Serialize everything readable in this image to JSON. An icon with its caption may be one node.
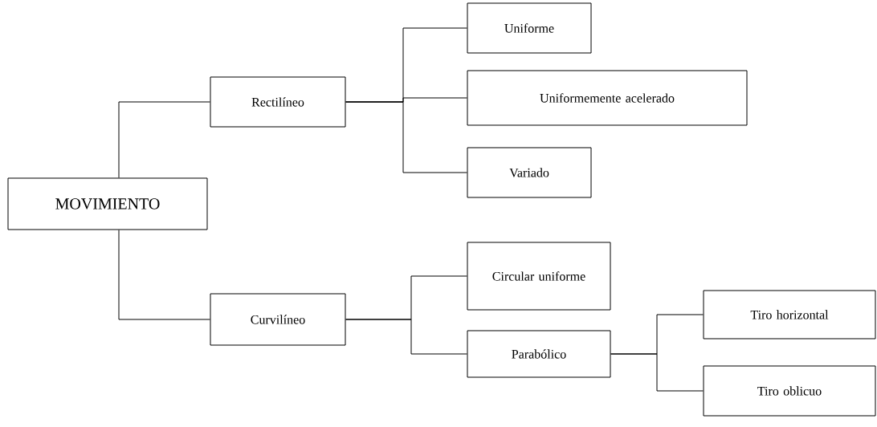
{
  "diagram": {
    "nodes": [
      {
        "text": [
          "MOVIMIENTO"
        ]
      },
      {
        "text": [
          "Rectilíneo"
        ]
      },
      {
        "text": [
          "Uniforme"
        ]
      },
      {
        "text": [
          "Uniformemente acelerado"
        ]
      },
      {
        "text": [
          "Variado"
        ]
      },
      {
        "text": [
          "Curvilíneo"
        ]
      },
      {
        "text": [
          "Circular uniforme"
        ]
      },
      {
        "text": [
          "Parabólico"
        ]
      },
      {
        "text": [
          "Tiro horizontal"
        ]
      },
      {
        "text": [
          "Tiro oblicuo"
        ]
      }
    ],
    "edges": [
      {
        "from": 0,
        "to": 1,
        "arrow": "none"
      },
      {
        "from": 0,
        "to": 5,
        "arrow": "none"
      },
      {
        "from": 1,
        "to": 2,
        "arrow": "none"
      },
      {
        "from": 1,
        "to": 3,
        "arrow": "none"
      },
      {
        "from": 1,
        "to": 4,
        "arrow": "none"
      },
      {
        "from": 5,
        "to": 6,
        "arrow": "none"
      },
      {
        "from": 5,
        "to": 7,
        "arrow": "none"
      },
      {
        "from": 7,
        "to": 8,
        "arrow": "none"
      },
      {
        "from": 7,
        "to": 9,
        "arrow": "none"
      }
    ]
  }
}
